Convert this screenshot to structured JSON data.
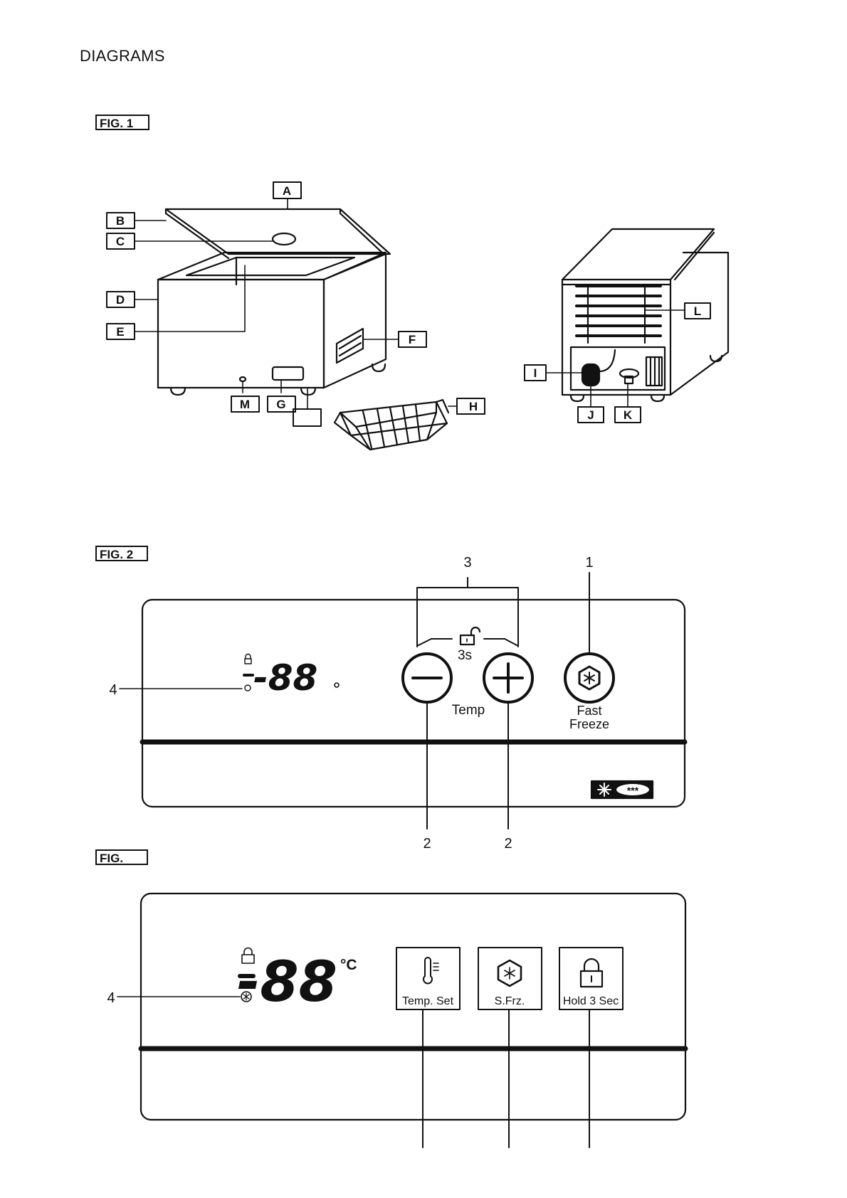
{
  "page": {
    "heading": "DIAGRAMS"
  },
  "fig1": {
    "label": "FIG. 1",
    "callouts": [
      "A",
      "B",
      "C",
      "D",
      "E",
      "F",
      "G",
      "H",
      "I",
      "J",
      "K",
      "L",
      "M"
    ]
  },
  "fig2": {
    "label": "FIG. 2",
    "display": "-88",
    "degree": "°",
    "lock_time": "3s",
    "temp_label": "Temp",
    "fast_freeze_line1": "Fast",
    "fast_freeze_line2": "Freeze",
    "star_rating": "***",
    "pointer_1": "1",
    "pointer_2a": "2",
    "pointer_2b": "2",
    "pointer_3": "3",
    "pointer_4": "4"
  },
  "fig3": {
    "label": "FIG.",
    "display": "-88",
    "unit": "°C",
    "temp_set_label": "Temp. Set",
    "super_freeze_label": "S.Frz.",
    "hold_label": "Hold 3 Sec",
    "pointer_4": "4"
  }
}
